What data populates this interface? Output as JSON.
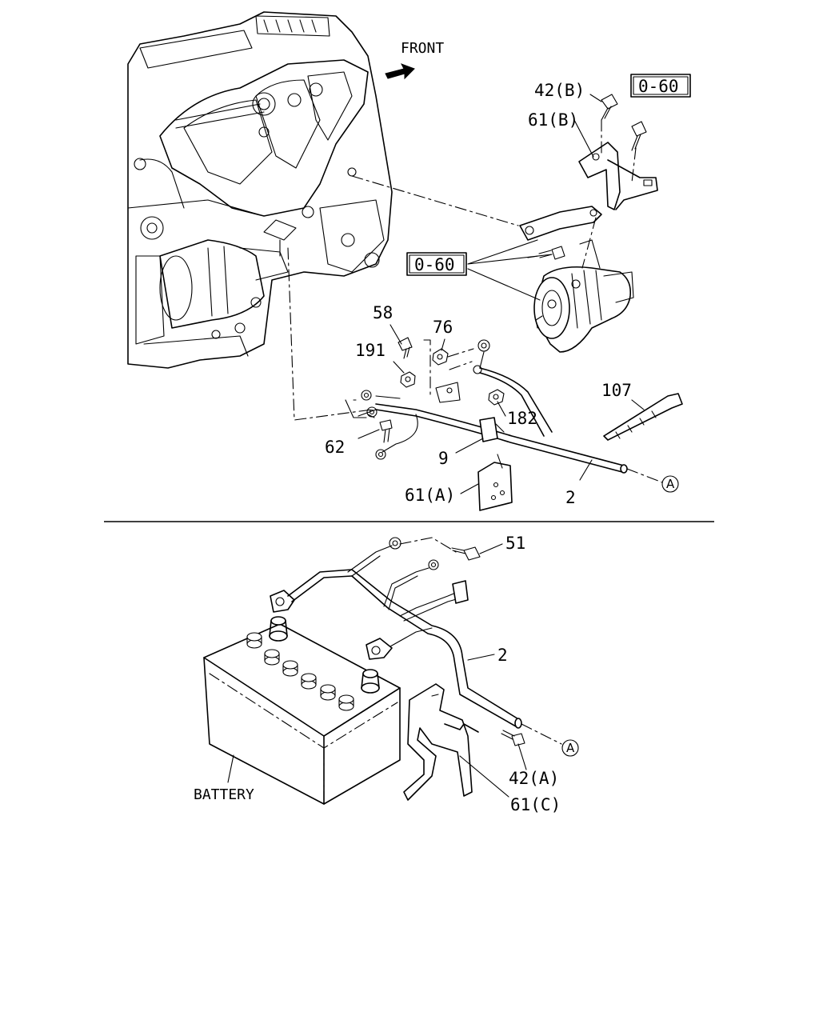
{
  "direction_label": "FRONT",
  "battery_label": "BATTERY",
  "connector_mark": "A",
  "refs": {
    "r0_60_top": "0-60",
    "r0_60_mid": "0-60"
  },
  "callouts": {
    "c42b": "42(B)",
    "c61b": "61(B)",
    "c58": "58",
    "c76": "76",
    "c191": "191",
    "c107": "107",
    "c182": "182",
    "c62": "62",
    "c9": "9",
    "c61a": "61(A)",
    "c2_top": "2",
    "c51": "51",
    "c2_bottom": "2",
    "c42a": "42(A)",
    "c61c": "61(C)"
  }
}
